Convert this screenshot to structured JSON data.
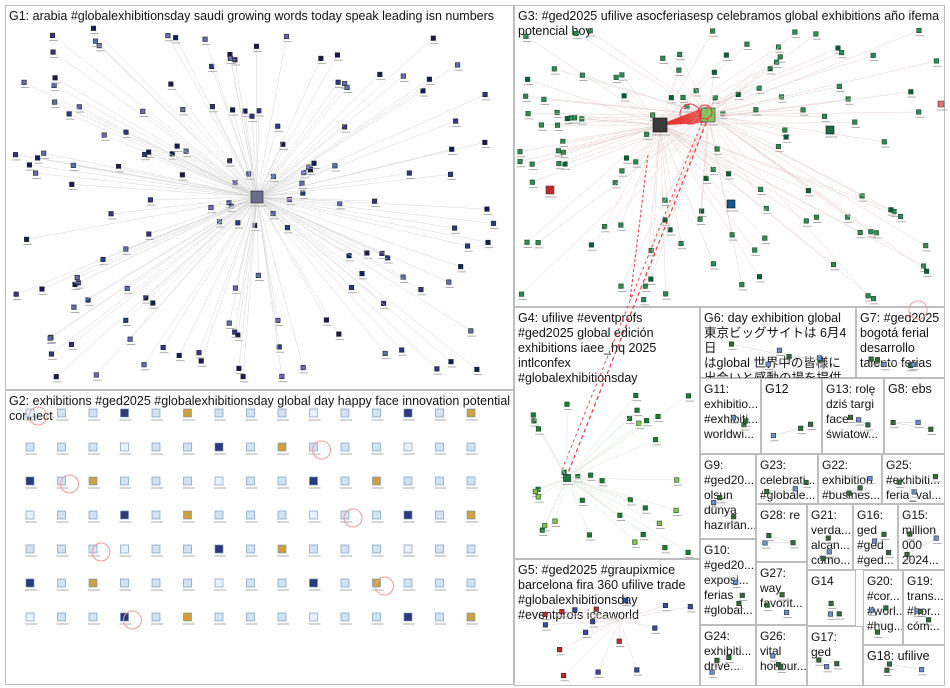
{
  "groups": [
    {
      "id": "G1",
      "label": "G1: arabia #globalexhibitionsday saudi growing words today speak leading isn numbers"
    },
    {
      "id": "G2",
      "label": "G2: exhibitions #ged2025 #globalexhibitionsday global day happy face innovation potential connect"
    },
    {
      "id": "G3",
      "label": "G3: #ged2025 ufilive asocferiasesp celebramos global exhibitions año ifema potencial hoy"
    },
    {
      "id": "G4",
      "label": "G4: ufilive #eventprofs\n#ged2025 global edición\nexhibitions iaee_hq 2025\nintlconfex\n#globalexhibitionsday"
    },
    {
      "id": "G5",
      "label": "G5: #ged2025 #graupixmice\nbarcelona fira 360 ufilive trade\n#globalexhibitionsday\n#eventprofs iccaworld"
    },
    {
      "id": "G6",
      "label": "G6: day exhibition global\n東京ビッグサイトは 6月4日\nはglobal 世界中の皆様に\n出会いと感動の場を提供"
    },
    {
      "id": "G7",
      "label": "G7: #ged2025\nbogotá ferial\ndesarrollo\ntalento ferias"
    },
    {
      "id": "G8",
      "label": "G8: ebs"
    },
    {
      "id": "G9",
      "label": "G9:\n#ged20...\nolsun\ndünya\nhazırlan..."
    },
    {
      "id": "G10",
      "label": "G10:\n#ged20...\nexposi...\nferias\n#global..."
    },
    {
      "id": "G11",
      "label": "G11:\nexhibitio...\n#exhibiti...\nworldwi..."
    },
    {
      "id": "G12",
      "label": "G12"
    },
    {
      "id": "G13",
      "label": "G13: rolę\ndziś targi\nface\nświatow..."
    },
    {
      "id": "G14",
      "label": "G14"
    },
    {
      "id": "G15",
      "label": "G15:\nmillion\n000\n2024..."
    },
    {
      "id": "G16",
      "label": "G16:\nged\n#ged\n#ged..."
    },
    {
      "id": "G17",
      "label": "G17:\nged"
    },
    {
      "id": "G18",
      "label": "G18: ufilive"
    },
    {
      "id": "G19",
      "label": "G19:\ntrans...\n#hor...\ncóm..."
    },
    {
      "id": "G20",
      "label": "G20:\n#cor...\n#worl...\n#hug..."
    },
    {
      "id": "G21",
      "label": "G21:\nverda...\nalcan...\ncómo..."
    },
    {
      "id": "G22",
      "label": "G22:\nexhibition\n#busines..."
    },
    {
      "id": "G23",
      "label": "G23:\ncelebrati...\n#globale..."
    },
    {
      "id": "G24",
      "label": "G24:\nexhibiti...\ndrive..."
    },
    {
      "id": "G25",
      "label": "G25:\n#exhibiti...\nferia_val..."
    },
    {
      "id": "G26",
      "label": "G26:\nvital\nhonour..."
    },
    {
      "id": "G27",
      "label": "G27:\nway\nfavorit..."
    },
    {
      "id": "G28",
      "label": "G28: re"
    }
  ],
  "colors": {
    "edge": "#bfbfbf",
    "highlight_edge": "#e53935",
    "node_dark": "#1a1a4e",
    "node_green": "#1b7a3a"
  }
}
